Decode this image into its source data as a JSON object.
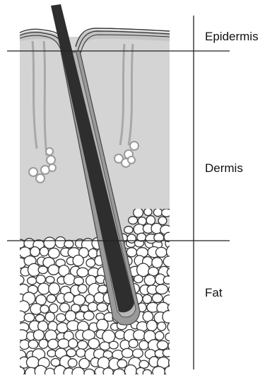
{
  "diagram": {
    "labels": {
      "epidermis": "Epidermis",
      "dermis": "Dermis",
      "fat": "Fat"
    },
    "colors": {
      "dermis_fill": "#d4d4d4",
      "epidermis_fill": "#c4c4c4",
      "hair_shaft": "#2e2e2e",
      "follicle_sheath": "#9a9a9a",
      "fat_cell_fill": "#ffffff",
      "fat_cell_outline": "#333333",
      "divider_line": "#222222",
      "gland": "#a8a8a8"
    },
    "structures": [
      "hair-shaft",
      "hair-follicle",
      "sebaceous-gland",
      "fat-cells"
    ]
  }
}
